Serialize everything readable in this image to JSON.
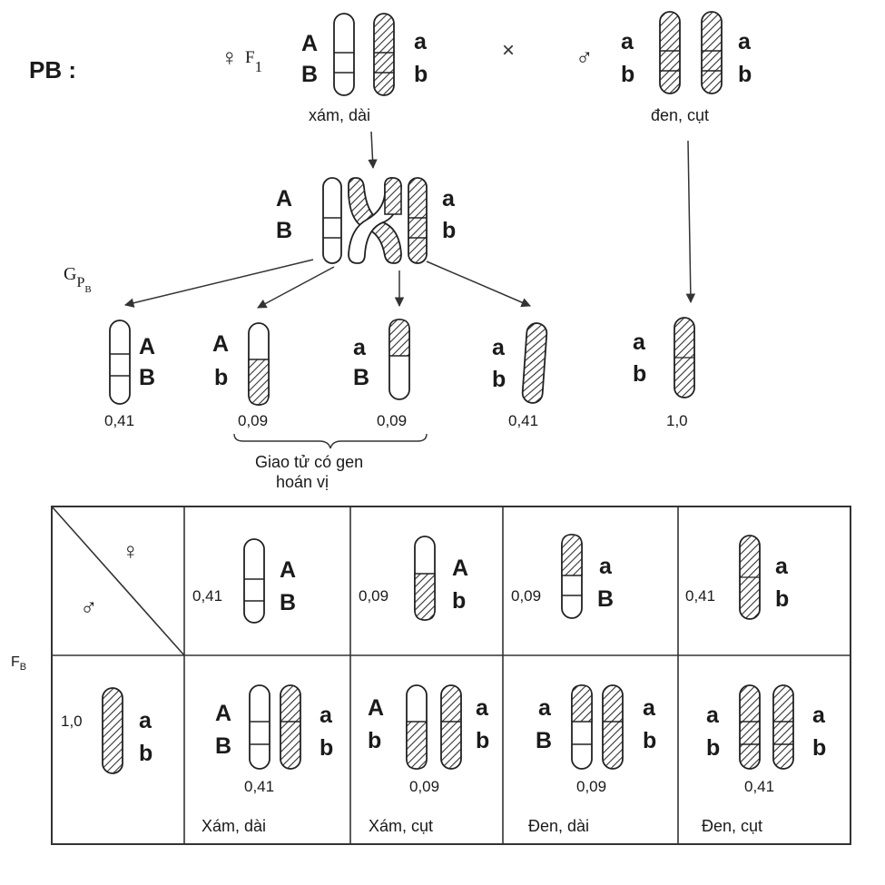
{
  "title": "PB :",
  "gp_label": "G",
  "gp_sub": "P",
  "gp_subsub": "B",
  "female_symbol": "♀",
  "male_symbol": "♂",
  "f1_label": "F",
  "f1_sub": "1",
  "cross_symbol": "×",
  "parents": {
    "female": {
      "left_alleles": [
        "A",
        "B"
      ],
      "right_alleles": [
        "a",
        "b"
      ],
      "phenotype": "xám, dài"
    },
    "male": {
      "left_alleles": [
        "a",
        "b"
      ],
      "right_alleles": [
        "a",
        "b"
      ],
      "phenotype": "đen, cụt"
    }
  },
  "crossover": {
    "left_alleles": [
      "A",
      "B"
    ],
    "right_alleles": [
      "a",
      "b"
    ]
  },
  "gametes": [
    {
      "alleles": [
        "A",
        "B"
      ],
      "freq": "0,41"
    },
    {
      "alleles": [
        "A",
        "b"
      ],
      "freq": "0,09"
    },
    {
      "alleles": [
        "a",
        "B"
      ],
      "freq": "0,09"
    },
    {
      "alleles": [
        "a",
        "b"
      ],
      "freq": "0,41"
    },
    {
      "alleles": [
        "a",
        "b"
      ],
      "freq": "1,0"
    }
  ],
  "recombinant_note": [
    "Giao tử có gen",
    "hoán vị"
  ],
  "fb_label": "F",
  "fb_sub": "B",
  "table": {
    "male_gamete": {
      "freq": "1,0",
      "alleles": [
        "a",
        "b"
      ]
    },
    "female_gametes": [
      {
        "freq": "0,41",
        "alleles": [
          "A",
          "B"
        ]
      },
      {
        "freq": "0,09",
        "alleles": [
          "A",
          "b"
        ]
      },
      {
        "freq": "0,09",
        "alleles": [
          "a",
          "B"
        ]
      },
      {
        "freq": "0,41",
        "alleles": [
          "a",
          "b"
        ]
      }
    ],
    "offspring": [
      {
        "left_alleles": [
          "A",
          "B"
        ],
        "right_alleles": [
          "a",
          "b"
        ],
        "freq": "0,41",
        "phenotype": "Xám, dài"
      },
      {
        "left_alleles": [
          "A",
          "b"
        ],
        "right_alleles": [
          "a",
          "b"
        ],
        "freq": "0,09",
        "phenotype": "Xám, cụt"
      },
      {
        "left_alleles": [
          "a",
          "B"
        ],
        "right_alleles": [
          "a",
          "b"
        ],
        "freq": "0,09",
        "phenotype": "Đen, dài"
      },
      {
        "left_alleles": [
          "a",
          "b"
        ],
        "right_alleles": [
          "a",
          "b"
        ],
        "freq": "0,41",
        "phenotype": "Đen, cụt"
      }
    ]
  }
}
